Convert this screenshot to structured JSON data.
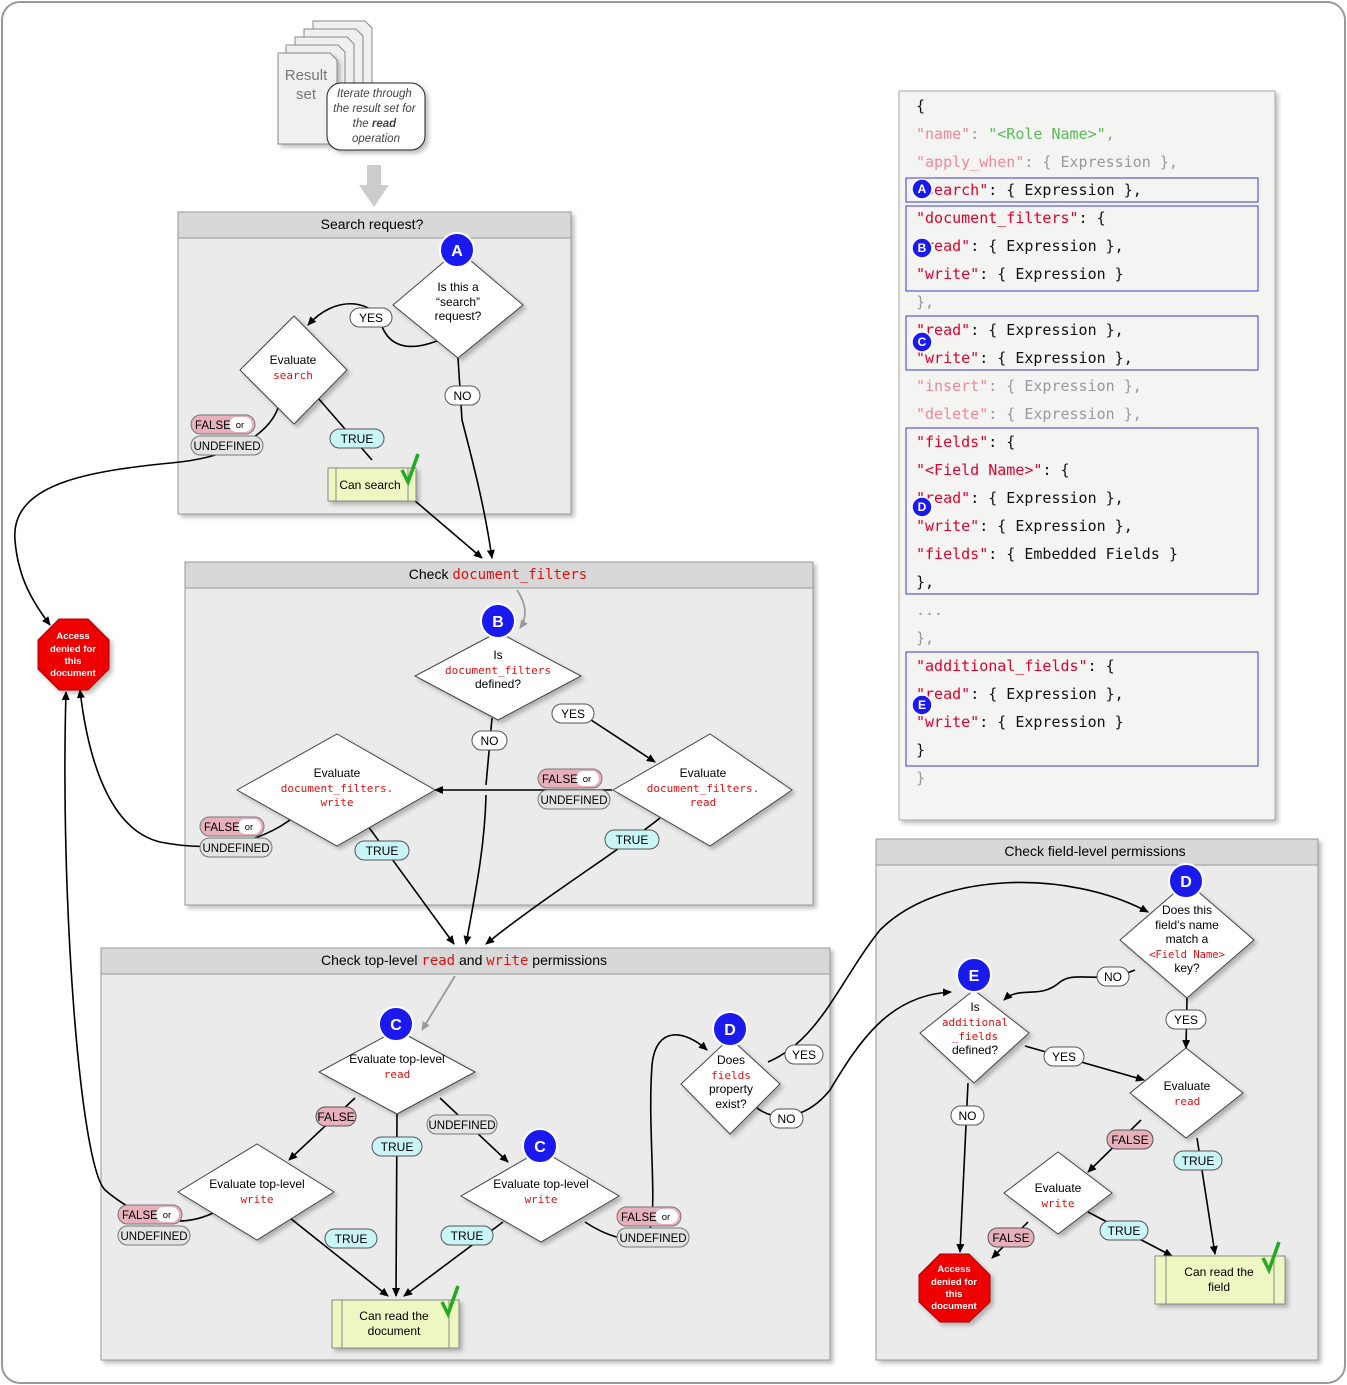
{
  "result_set": {
    "stack_label_line1": "Result",
    "stack_label_line2": "set",
    "callout": [
      "Iterate through",
      "the result set for",
      "the ",
      "read",
      "operation"
    ]
  },
  "panels": {
    "search": {
      "title": "Search request?"
    },
    "docfilters": {
      "title_prefix": "Check ",
      "title_code": "document_filters"
    },
    "toplevel": {
      "title_prefix": "Check top-level ",
      "title_read": "read",
      "title_and": " and ",
      "title_write": "write",
      "title_suffix": " permissions"
    },
    "fieldlevel": {
      "title": "Check field-level permissions"
    }
  },
  "nodes": {
    "search_q": [
      "Is this a",
      "“search”",
      "request?"
    ],
    "eval_search": [
      "Evaluate",
      "search"
    ],
    "can_search": "Can search",
    "docfilters_q": [
      "Is",
      "document_filters",
      "defined?"
    ],
    "eval_df_write": [
      "Evaluate",
      "document_filters.",
      "write"
    ],
    "eval_df_read": [
      "Evaluate",
      "document_filters.",
      "read"
    ],
    "eval_top_read": [
      "Evaluate top-level",
      "read"
    ],
    "eval_top_write_left": [
      "Evaluate top-level",
      "write"
    ],
    "eval_top_write_right": [
      "Evaluate top-level",
      "write"
    ],
    "can_read_doc": [
      "Can read the",
      "document"
    ],
    "fields_q": [
      "Does",
      "fields",
      "property",
      "exist?"
    ],
    "name_match_q": [
      "Does this",
      "field's name",
      "match a",
      "<Field Name>",
      "key?"
    ],
    "additional_q": [
      "Is",
      "additional",
      "_fields",
      "defined?"
    ],
    "eval_field_read": [
      "Evaluate",
      "read"
    ],
    "eval_field_write": [
      "Evaluate",
      "write"
    ],
    "can_read_field": [
      "Can read the",
      "field"
    ],
    "denied_left": [
      "Access",
      "denied for",
      "this",
      "document"
    ],
    "denied_right": [
      "Access",
      "denied for",
      "this",
      "document"
    ]
  },
  "labels": {
    "yes": "YES",
    "no": "NO",
    "true": "TRUE",
    "false": "FALSE",
    "or": "or",
    "undefined": "UNDEFINED"
  },
  "markers": [
    "A",
    "B",
    "C",
    "D",
    "E"
  ],
  "code_lines": [
    [
      [
        "{",
        "v"
      ]
    ],
    [
      [
        "  \"name\"",
        "kf"
      ],
      [
        ": ",
        "g"
      ],
      [
        "\"<Role Name>\"",
        "gs"
      ],
      [
        ",",
        "g"
      ]
    ],
    [
      [
        "  \"apply_when\"",
        "kf"
      ],
      [
        ": { Expression },",
        "g"
      ]
    ],
    [
      [
        "  \"search\"",
        "k"
      ],
      [
        ": { Expression },",
        "v"
      ]
    ],
    [
      [
        "  \"document_filters\"",
        "k"
      ],
      [
        ": {",
        "v"
      ]
    ],
    [
      [
        "    \"read\"",
        "k"
      ],
      [
        ": { Expression },",
        "v"
      ]
    ],
    [
      [
        "    \"write\"",
        "k"
      ],
      [
        ": { Expression }",
        "v"
      ]
    ],
    [
      [
        "  },",
        "g"
      ]
    ],
    [
      [
        "  \"read\"",
        "k"
      ],
      [
        ": { Expression },",
        "v"
      ]
    ],
    [
      [
        "  \"write\"",
        "k"
      ],
      [
        ": { Expression },",
        "v"
      ]
    ],
    [
      [
        "  \"insert\"",
        "kf"
      ],
      [
        ": { Expression },",
        "g"
      ]
    ],
    [
      [
        "  \"delete\"",
        "kf"
      ],
      [
        ": { Expression },",
        "g"
      ]
    ],
    [
      [
        "  \"fields\"",
        "k"
      ],
      [
        ": {",
        "v"
      ]
    ],
    [
      [
        "    \"<Field Name>\"",
        "k"
      ],
      [
        ": {",
        "v"
      ]
    ],
    [
      [
        "      \"read\"",
        "k"
      ],
      [
        ": { Expression },",
        "v"
      ]
    ],
    [
      [
        "      \"write\"",
        "k"
      ],
      [
        ": { Expression },",
        "v"
      ]
    ],
    [
      [
        "      \"fields\"",
        "k"
      ],
      [
        ": { Embedded Fields }",
        "v"
      ]
    ],
    [
      [
        "    },",
        "v"
      ]
    ],
    [
      [
        "      ...",
        "g"
      ]
    ],
    [
      [
        "  },",
        "g"
      ]
    ],
    [
      [
        "  \"additional_fields\"",
        "k"
      ],
      [
        ": {",
        "v"
      ]
    ],
    [
      [
        "      \"read\"",
        "k"
      ],
      [
        ": { Expression },",
        "v"
      ]
    ],
    [
      [
        "      \"write\"",
        "k"
      ],
      [
        ": { Expression }",
        "v"
      ]
    ],
    [
      [
        "  }",
        "v"
      ]
    ],
    [
      [
        "}",
        "g"
      ]
    ]
  ],
  "colors": {
    "marker_blue": "#1a1aee",
    "panel_bg": "#ebebeb",
    "panel_header": "#d8d8d8",
    "true_pill": "#c9f5f7",
    "false_pill": "#e8b0bb",
    "success_box": "#eef7c2",
    "stop_red": "#ee0000",
    "check_green": "#22aa22",
    "code_key": "#e0002a",
    "highlight_border": "#3a3acc"
  }
}
